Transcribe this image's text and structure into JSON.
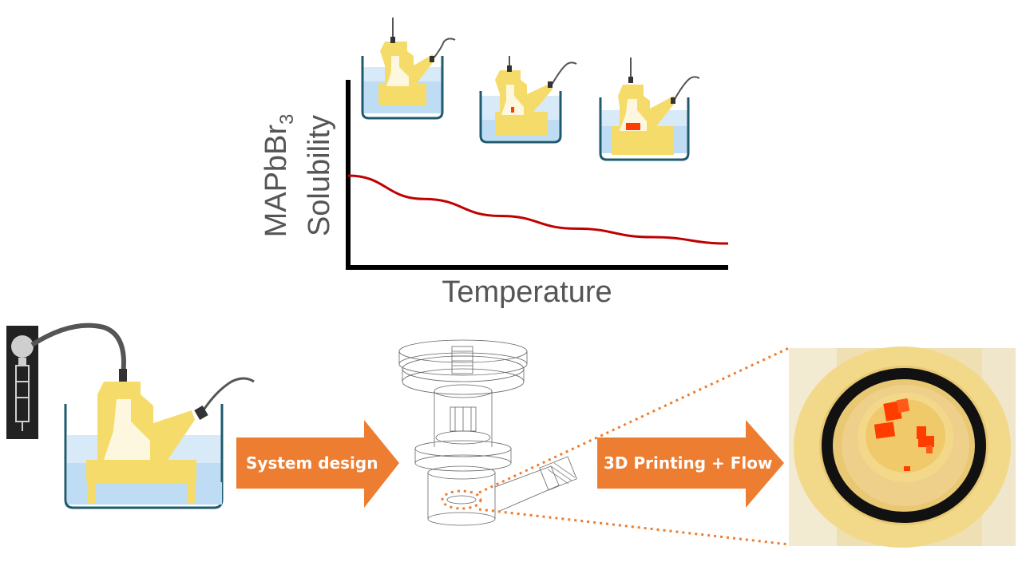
{
  "chart_data": {
    "type": "line",
    "ylabel_line1": "MAPbBr",
    "ylabel_sub": "3",
    "ylabel_line2": "Solubility",
    "xlabel": "Temperature",
    "series": [
      {
        "values": [
          1.0,
          0.78,
          0.62,
          0.5,
          0.42,
          0.36
        ]
      }
    ]
  },
  "arrows": {
    "system_design": "System design",
    "printing_flow": "3D Printing + Flow"
  },
  "colors": {
    "curve": "#c00000",
    "arrow": "#ed7d31",
    "reactor": "#f5dc6a",
    "bath": "#bfdcf5",
    "beaker": "#1f5a6e",
    "crystal": "#ff3d00"
  }
}
